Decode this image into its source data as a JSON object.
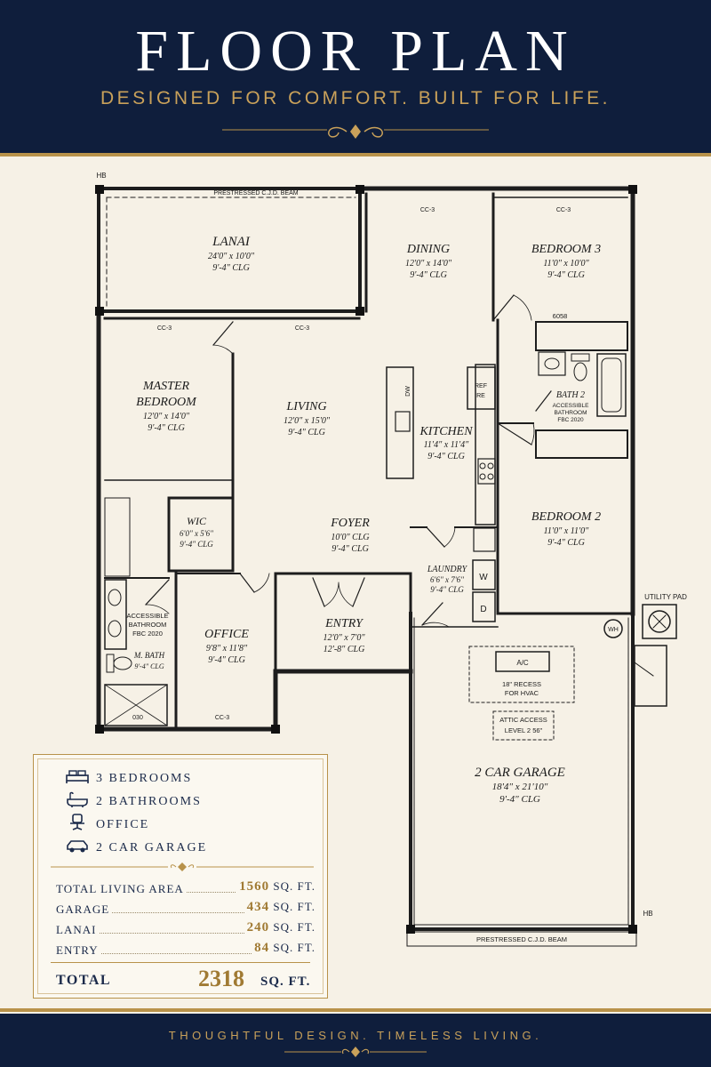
{
  "header": {
    "title": "FLOOR PLAN",
    "tagline": "DESIGNED FOR COMFORT. BUILT FOR LIFE."
  },
  "plan": {
    "hb_top": "HB",
    "hb_bottom": "HB",
    "beam_top": "PRESTRESSED C.J.D. BEAM",
    "beam_bottom": "PRESTRESSED C.J.D. BEAM",
    "cc3": "CC-3",
    "rooms": {
      "lanai": {
        "name": "LANAI",
        "dims": "24'0\" x 10'0\"",
        "clg": "9'-4\" CLG"
      },
      "dining": {
        "name": "DINING",
        "dims": "12'0\" x 14'0\"",
        "clg": "9'-4\" CLG"
      },
      "bedroom3": {
        "name": "BEDROOM 3",
        "dims": "11'0\" x 10'0\"",
        "clg": "9'-4\" CLG"
      },
      "master": {
        "name": "MASTER",
        "name2": "BEDROOM",
        "dims": "12'0\" x 14'0\"",
        "clg": "9'-4\" CLG"
      },
      "living": {
        "name": "LIVING",
        "dims": "12'0\" x 15'0\"",
        "clg": "9'-4\" CLG"
      },
      "kitchen": {
        "name": "KITCHEN",
        "dims": "11'4\" x 11'4\"",
        "clg": "9'-4\" CLG"
      },
      "bath2": {
        "name": "BATH 2",
        "line1": "ACCESSIBLE",
        "line2": "BATHROOM",
        "line3": "FBC 2020"
      },
      "wic": {
        "name": "WIC",
        "dims": "6'0\" x 5'6\"",
        "clg": "9'-4\" CLG"
      },
      "foyer": {
        "name": "FOYER",
        "dims": "10'0\" CLG",
        "clg": "9'-4\" CLG"
      },
      "bedroom2": {
        "name": "BEDROOM 2",
        "dims": "11'0\" x 11'0\"",
        "clg": "9'-4\" CLG"
      },
      "laundry": {
        "name": "LAUNDRY",
        "dims": "6'6\" x 7'6\"",
        "clg": "9'-4\" CLG"
      },
      "office": {
        "name": "OFFICE",
        "dims": "9'8\" x 11'8\"",
        "clg": "9'-4\" CLG"
      },
      "entry": {
        "name": "ENTRY",
        "dims": "12'0\" x 7'0\"",
        "clg": "12'-8\" CLG"
      },
      "mbath": {
        "name": "M. BATH",
        "clg": "9'-4\" CLG",
        "line1": "ACCESSIBLE",
        "line2": "BATHROOM",
        "line3": "FBC 2020"
      },
      "garage": {
        "name": "2 CAR GARAGE",
        "dims": "18'4\" x 21'10\"",
        "clg": "9'-4\" CLG"
      }
    },
    "labels": {
      "ref": "REF",
      "re": "RE",
      "dw": "DW",
      "washer": "W",
      "dryer": "D",
      "wh": "WH",
      "ac": "A/C",
      "recess1": "18\" RECESS",
      "recess2": "FOR HVAC",
      "attic1": "ATTIC ACCESS",
      "attic2": "LEVEL 2 56\"",
      "utility": "UTILITY PAD",
      "window6058": "6058",
      "window030": "030"
    }
  },
  "summary": {
    "features": [
      {
        "icon": "bed-icon",
        "label": "3 BEDROOMS"
      },
      {
        "icon": "bathtub-icon",
        "label": "2 BATHROOMS"
      },
      {
        "icon": "office-chair-icon",
        "label": "OFFICE"
      },
      {
        "icon": "car-icon",
        "label": "2 CAR GARAGE"
      }
    ],
    "areas": [
      {
        "label": "TOTAL LIVING AREA",
        "value": "1560",
        "unit": "SQ. FT."
      },
      {
        "label": "GARAGE",
        "value": "434",
        "unit": "SQ. FT."
      },
      {
        "label": "LANAI",
        "value": "240",
        "unit": "SQ. FT."
      },
      {
        "label": "ENTRY",
        "value": "84",
        "unit": "SQ. FT."
      }
    ],
    "total": {
      "label": "TOTAL",
      "value": "2318",
      "unit": "SQ. FT."
    }
  },
  "footer": {
    "text": "THOUGHTFUL DESIGN. TIMELESS LIVING."
  },
  "colors": {
    "navy": "#0f1e3c",
    "gold": "#b8924a",
    "cream": "#f6f1e6"
  }
}
